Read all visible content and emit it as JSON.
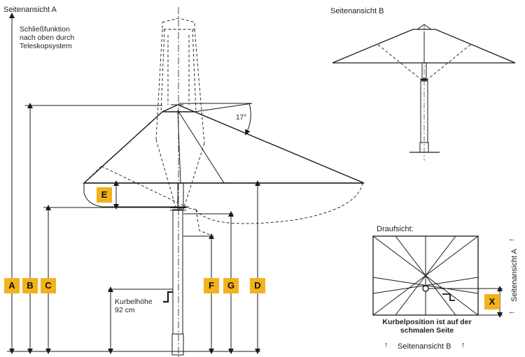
{
  "views": {
    "side_a": "Seitenansicht A",
    "side_b": "Seitenansicht B",
    "top": "Draufsicht:"
  },
  "notes": {
    "telescope": "Schließfunktion\nnach oben durch\nTeleskopsystem",
    "crank_height": "Kurbelhöhe\n92 cm",
    "crank_position": "Kurbelposition ist auf der\nschmalen Seite",
    "angle": "17°"
  },
  "badges": {
    "A": "A",
    "B": "B",
    "C": "C",
    "D": "D",
    "E": "E",
    "F": "F",
    "G": "G",
    "X": "X"
  },
  "top_view": {
    "side_a_label": "Seitenansicht A",
    "side_b_label": "Seitenansicht B",
    "arrow_up": "↑",
    "arrow_left": "←"
  },
  "colors": {
    "badge": "#f2b21c",
    "line": "#1a1a1a"
  }
}
